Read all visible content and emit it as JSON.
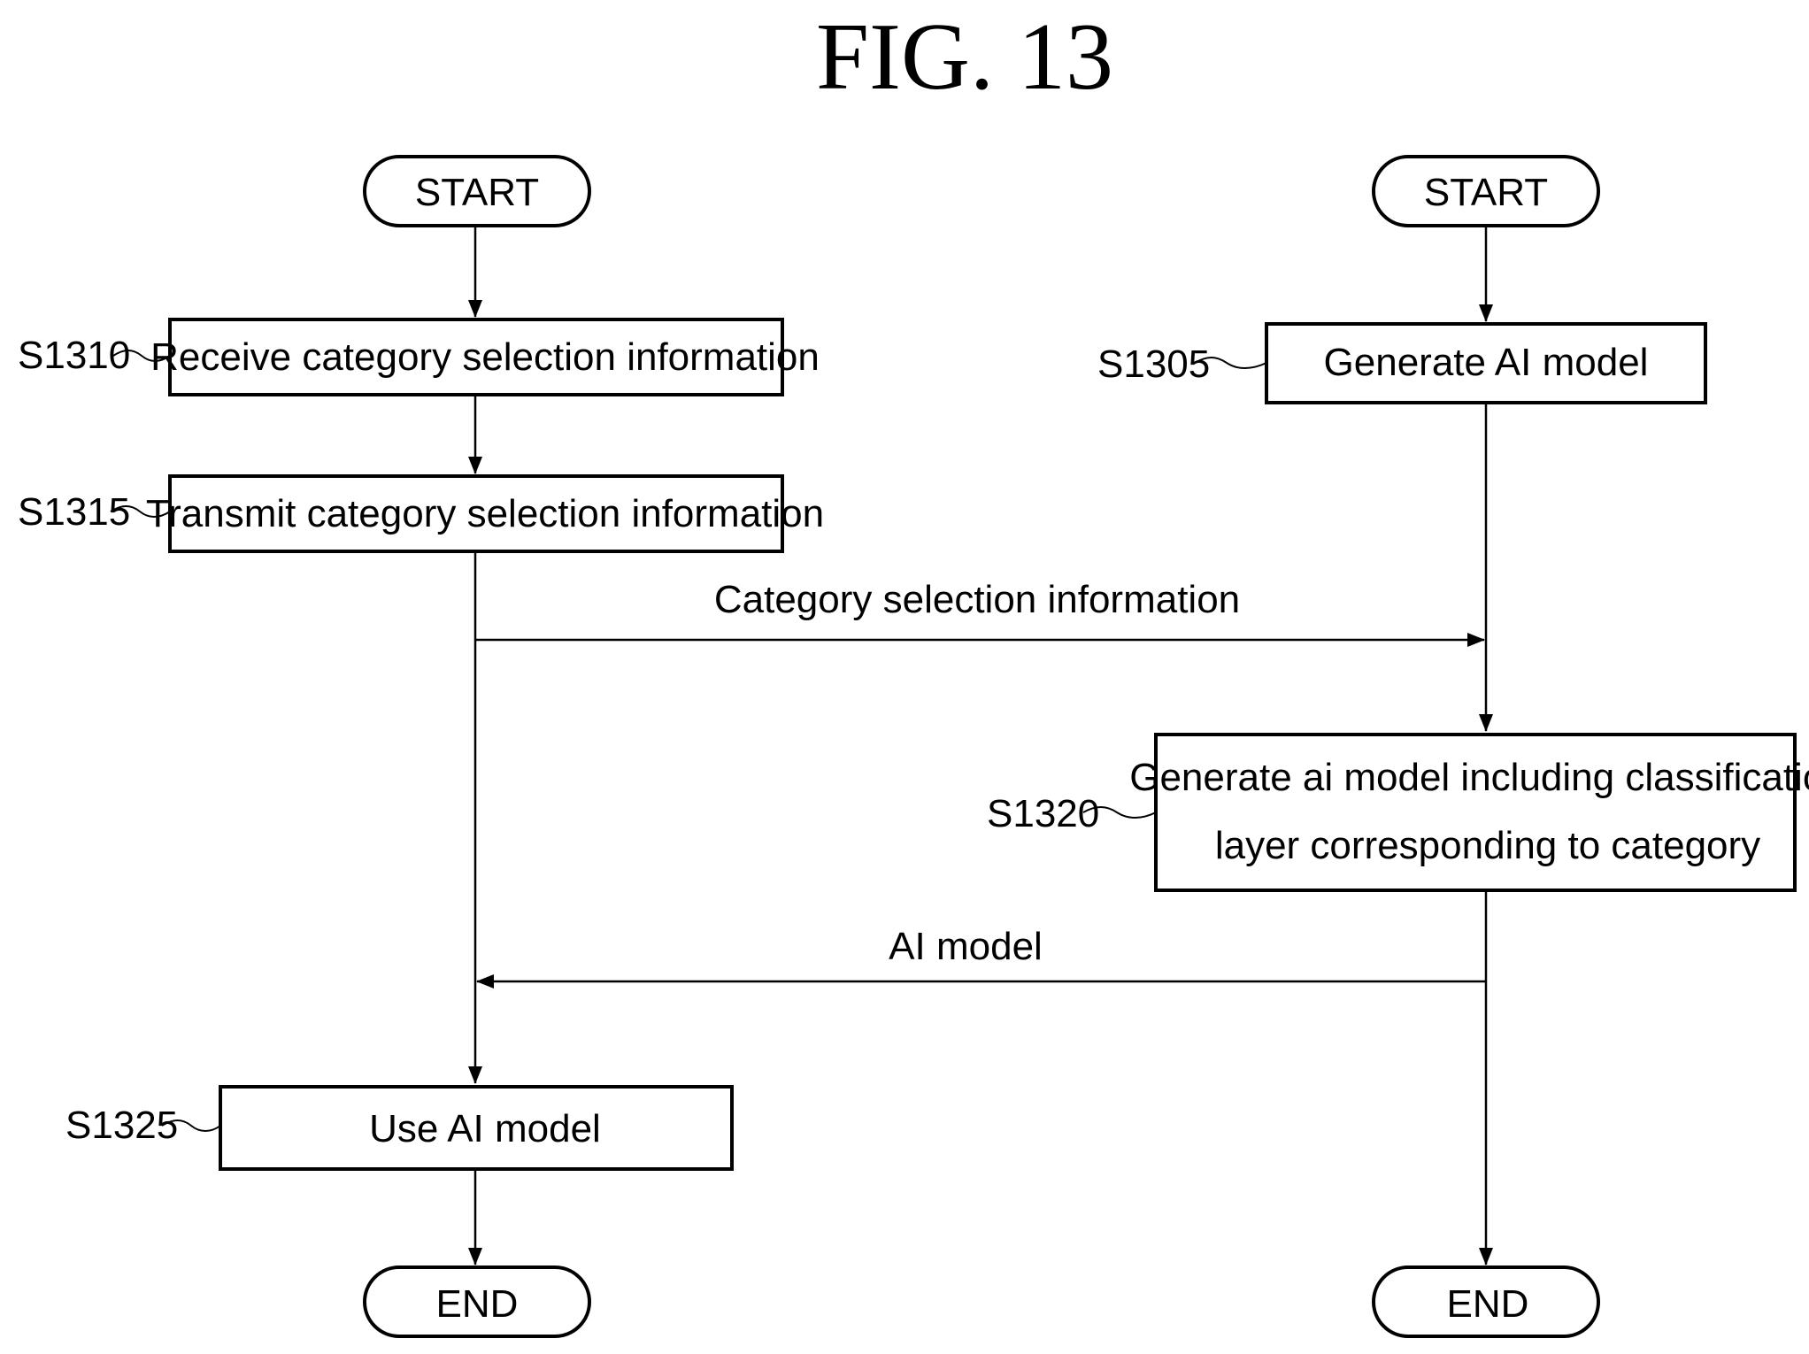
{
  "figure": {
    "title": "FIG. 13"
  },
  "left_flow": {
    "start": "START",
    "steps": [
      {
        "id": "S1310",
        "text": "Receive category selection information"
      },
      {
        "id": "S1315",
        "text": "Transmit category selection information"
      },
      {
        "id": "S1325",
        "text": "Use AI model"
      }
    ],
    "end": "END"
  },
  "right_flow": {
    "start": "START",
    "steps": [
      {
        "id": "S1305",
        "text": "Generate AI model"
      },
      {
        "id": "S1320",
        "text_line1": "Generate ai model including classification",
        "text_line2": "layer corresponding to category"
      }
    ],
    "end": "END"
  },
  "messages": {
    "to_right": "Category selection information",
    "to_left": "AI model"
  }
}
